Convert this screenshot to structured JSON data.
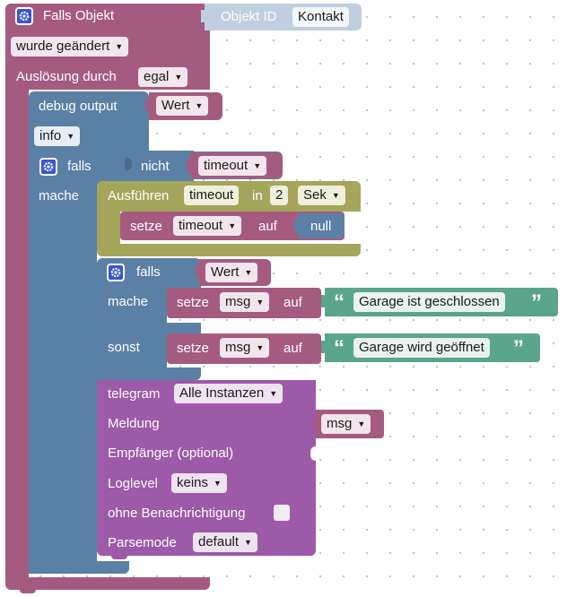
{
  "trigger": {
    "title": "Falls Objekt",
    "object_id_label": "Objekt ID",
    "object_id_value": "Kontakt",
    "changed_option": "wurde geändert",
    "trigger_label": "Auslösung durch",
    "trigger_option": "egal"
  },
  "debug": {
    "label": "debug output",
    "value": "Wert",
    "level": "info"
  },
  "if_outer": {
    "if_label": "falls",
    "do_label": "mache",
    "not_label": "nicht",
    "variable": "timeout"
  },
  "exec": {
    "label": "Ausführen",
    "variable": "timeout",
    "in_label": "in",
    "amount": "2",
    "unit": "Sek",
    "set_label": "setze",
    "set_variable": "timeout",
    "to_label": "auf",
    "value": "null"
  },
  "if_inner": {
    "if_label": "falls",
    "condition": "Wert",
    "do_label": "mache",
    "else_label": "sonst",
    "set_label": "setze",
    "to_label": "auf",
    "then_variable": "msg",
    "then_text": "Garage ist geschlossen",
    "else_variable": "msg",
    "else_text": "Garage wird geöffnet"
  },
  "telegram": {
    "label": "telegram",
    "instances": "Alle Instanzen",
    "message_label": "Meldung",
    "message_value": "msg",
    "recipient_label": "Empfänger (optional)",
    "loglevel_label": "Loglevel",
    "loglevel_value": "keins",
    "silent_label": "ohne Benachrichtigung",
    "parse_label": "Parsemode",
    "parse_value": "default"
  },
  "colors": {
    "event": "#a55b80",
    "event_dark": "#8a4468",
    "control": "#5b80a5",
    "control_dark": "#4a6a8c",
    "timer": "#a5a55b",
    "variable": "#a55b80",
    "text": "#5ba58c",
    "telegram": "#9c5aa8",
    "id_block": "#bfcfe0"
  }
}
